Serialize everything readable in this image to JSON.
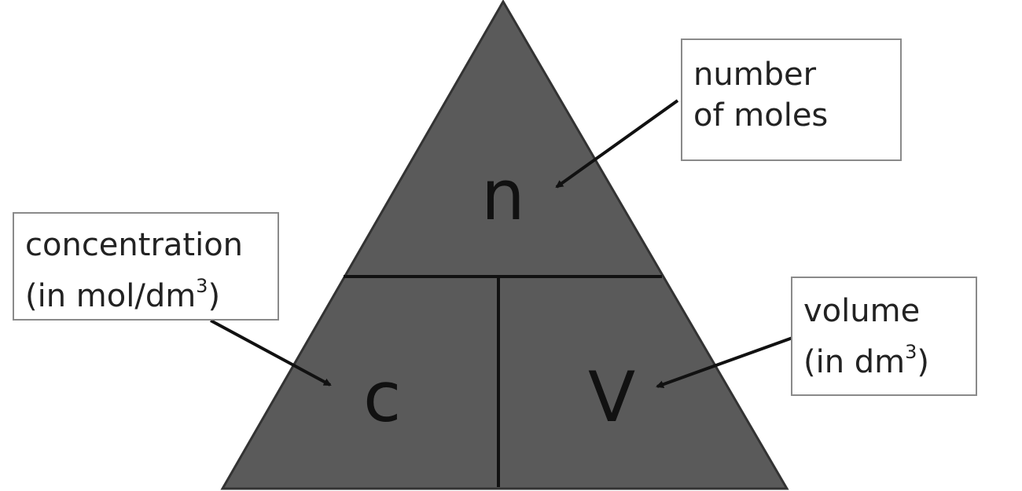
{
  "symbols": {
    "n": "n",
    "c": "c",
    "v": "V"
  },
  "labels": {
    "moles": {
      "line1": "number",
      "line2": "of moles"
    },
    "concentration": {
      "line1": "concentration",
      "line2_pre": "(in mol/dm",
      "sup": "3",
      "line2_post": ")"
    },
    "volume": {
      "line1": "volume",
      "line2_pre": "(in dm",
      "sup": "3",
      "line2_post": ")"
    }
  },
  "colors": {
    "fill": "#5a5a5a",
    "outline": "#333333",
    "divider": "#111111"
  }
}
